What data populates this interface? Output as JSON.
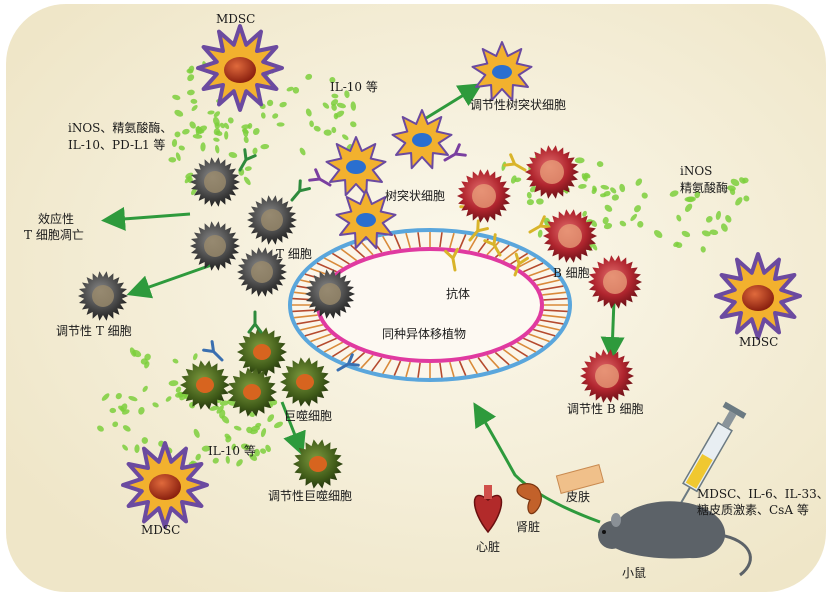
{
  "labels": {
    "mdsc_top": "MDSC",
    "il10_top": "IL-10 等",
    "inos_left_line1": "iNOS、精氨酸酶、",
    "inos_left_line2": "IL-10、PD-L1 等",
    "reg_dc": "调节性树突状细胞",
    "dc": "树突状细胞",
    "effector_line1": "效应性",
    "effector_line2": "T 细胞凋亡",
    "t_cell": "T 细胞",
    "inos_right_line1": "iNOS",
    "inos_right_line2": "精氨酸酶",
    "antibody": "抗体",
    "b_cell": "B 细胞",
    "mdsc_right": "MDSC",
    "reg_t": "调节性 T 细胞",
    "graft": "同种异体移植物",
    "macrophage": "巨噬细胞",
    "reg_b": "调节性 B 细胞",
    "il10_bottom": "IL-10 等",
    "reg_macrophage": "调节性巨噬细胞",
    "mdsc_bottom": "MDSC",
    "skin": "皮肤",
    "kidney": "肾脏",
    "heart": "心脏",
    "treatment_line1": "MDSC、IL-6、IL-33、",
    "treatment_line2": "糖皮质激素、CsA 等",
    "mouse": "小鼠"
  },
  "colors": {
    "background": "#f6f1de",
    "mdsc_fill": "#f2b12e",
    "mdsc_border": "#6b4aa0",
    "mdsc_nucleus": "#a8321a",
    "t_cell_fill": "#4a4a4a",
    "b_cell_fill": "#b0252e",
    "macrophage_fill": "#4c6a1e",
    "macrophage_nucleus": "#d7641f",
    "dc_nucleus": "#2a6fd0",
    "arrow": "#2e9a3c",
    "graft_ring": "#5aa6dc",
    "graft_inner": "#e03aa0",
    "dots": "#7ccf3c"
  }
}
